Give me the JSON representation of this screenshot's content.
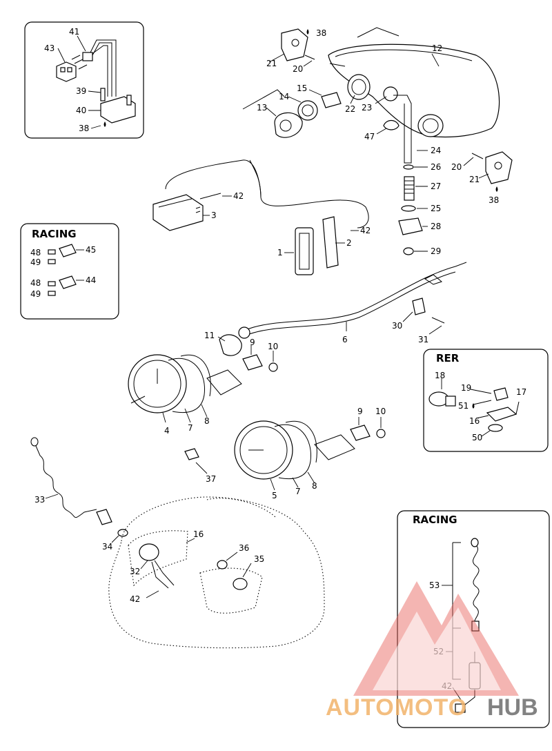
{
  "boxes": {
    "racing_top_title": "RACING",
    "rer_title": "RER",
    "racing_bottom_title": "RACING"
  },
  "callouts": {
    "c1": "1",
    "c2": "2",
    "c3": "3",
    "c4": "4",
    "c5": "5",
    "c6": "6",
    "c7": "7",
    "c7b": "7",
    "c8": "8",
    "c8b": "8",
    "c9": "9",
    "c9b": "9",
    "c10": "10",
    "c10b": "10",
    "c11": "11",
    "c12": "12",
    "c13": "13",
    "c14": "14",
    "c15": "15",
    "c16": "16",
    "c16b": "16",
    "c17": "17",
    "c18": "18",
    "c19": "19",
    "c20": "20",
    "c20b": "20",
    "c21": "21",
    "c21b": "21",
    "c22": "22",
    "c23": "23",
    "c24": "24",
    "c25": "25",
    "c26": "26",
    "c27": "27",
    "c28": "28",
    "c29": "29",
    "c30": "30",
    "c31": "31",
    "c32": "32",
    "c33": "33",
    "c34": "34",
    "c35": "35",
    "c36": "36",
    "c37": "37",
    "c38": "38",
    "c38b": "38",
    "c38c": "38",
    "c39": "39",
    "c40": "40",
    "c41": "41",
    "c42": "42",
    "c42b": "42",
    "c42c": "42",
    "c42d": "42",
    "c43": "43",
    "c44": "44",
    "c45": "45",
    "c47": "47",
    "c48": "48",
    "c48b": "48",
    "c49": "49",
    "c49b": "49",
    "c50": "50",
    "c51": "51",
    "c52": "52",
    "c53": "53"
  },
  "watermark": {
    "brand_left": "AUTOMOTO",
    "brand_right": "HUB",
    "color_red": "#e8605a",
    "color_orange": "#f2b36b",
    "color_gray": "#6d6d6d"
  }
}
